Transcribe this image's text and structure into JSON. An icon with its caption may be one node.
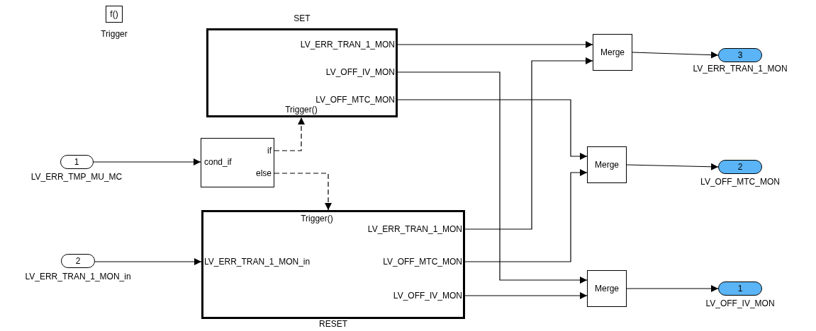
{
  "diagram": {
    "nodes": [
      {
        "text": [
          "f()",
          "Trigger"
        ]
      },
      {
        "text": [
          "SET",
          "LV_ERR_TRAN_1_MON",
          "LV_OFF_IV_MON",
          "LV_OFF_MTC_MON",
          "Trigger()"
        ]
      },
      {
        "text": [
          "Merge"
        ]
      },
      {
        "text": [
          "3",
          "LV_ERR_TRAN_1_MON"
        ]
      },
      {
        "text": [
          "1",
          "LV_ERR_TMP_MU_MC"
        ]
      },
      {
        "text": [
          "cond_if",
          "if",
          "else"
        ]
      },
      {
        "text": [
          "Merge"
        ]
      },
      {
        "text": [
          "2",
          "LV_OFF_MTC_MON"
        ]
      },
      {
        "text": [
          "Trigger()",
          "LV_ERR_TRAN_1_MON",
          "LV_ERR_TRAN_1_MON_in",
          "LV_OFF_MTC_MON",
          "LV_OFF_IV_MON",
          "RESET"
        ]
      },
      {
        "text": [
          "2",
          "LV_ERR_TRAN_1_MON_in"
        ]
      },
      {
        "text": [
          "Merge"
        ]
      },
      {
        "text": [
          "1",
          "LV_OFF_IV_MON"
        ]
      }
    ],
    "edges": [
      {
        "from": 4,
        "to": 5,
        "arrow": "to"
      },
      {
        "from": 5,
        "to": 1,
        "arrow": "to",
        "style": "dashed"
      },
      {
        "from": 5,
        "to": 8,
        "arrow": "to",
        "style": "dashed"
      },
      {
        "from": 9,
        "to": 8,
        "arrow": "to"
      },
      {
        "from": 1,
        "to": 2,
        "arrow": "to"
      },
      {
        "from": 1,
        "to": 10,
        "arrow": "to"
      },
      {
        "from": 1,
        "to": 6,
        "arrow": "to"
      },
      {
        "from": 8,
        "to": 2,
        "arrow": "to"
      },
      {
        "from": 8,
        "to": 6,
        "arrow": "to"
      },
      {
        "from": 8,
        "to": 10,
        "arrow": "to"
      },
      {
        "from": 2,
        "to": 3,
        "arrow": "to"
      },
      {
        "from": 6,
        "to": 7,
        "arrow": "to"
      },
      {
        "from": 10,
        "to": 11,
        "arrow": "to"
      }
    ]
  }
}
